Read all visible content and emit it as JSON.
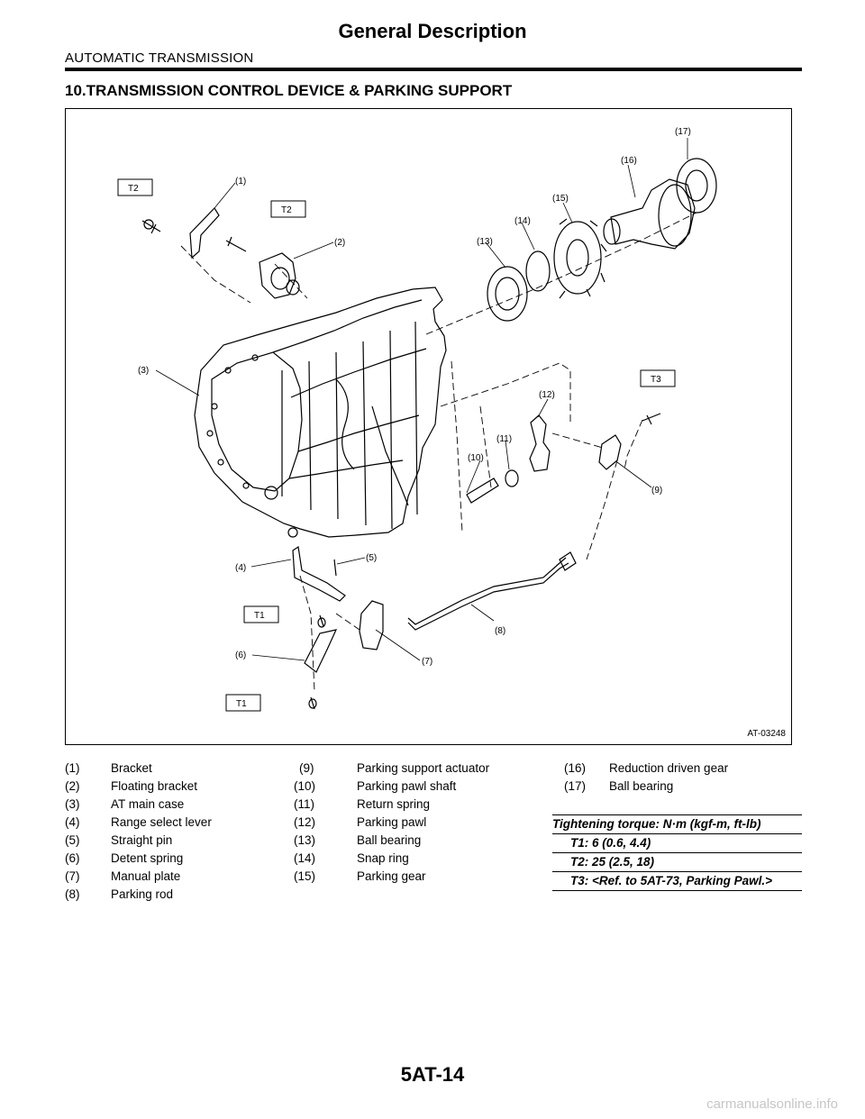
{
  "header": {
    "title": "General Description",
    "section": "AUTOMATIC TRANSMISSION"
  },
  "heading": "10.TRANSMISSION CONTROL DEVICE & PARKING SUPPORT",
  "figure": {
    "id": "AT-03248",
    "callouts": [
      "(1)",
      "(2)",
      "(3)",
      "(4)",
      "(5)",
      "(6)",
      "(7)",
      "(8)",
      "(9)",
      "(10)",
      "(11)",
      "(12)",
      "(13)",
      "(14)",
      "(15)",
      "(16)",
      "(17)"
    ],
    "torque_tags": [
      "T1",
      "T1",
      "T2",
      "T2",
      "T3"
    ]
  },
  "legend": {
    "col1": [
      {
        "num": "(1)",
        "label": "Bracket"
      },
      {
        "num": "(2)",
        "label": "Floating bracket"
      },
      {
        "num": "(3)",
        "label": "AT main case"
      },
      {
        "num": "(4)",
        "label": "Range select lever"
      },
      {
        "num": "(5)",
        "label": "Straight pin"
      },
      {
        "num": "(6)",
        "label": "Detent spring"
      },
      {
        "num": "(7)",
        "label": "Manual plate"
      },
      {
        "num": "(8)",
        "label": "Parking rod"
      }
    ],
    "col2": [
      {
        "num": "(9)",
        "label": "Parking support actuator"
      },
      {
        "num": "(10)",
        "label": "Parking pawl shaft"
      },
      {
        "num": "(11)",
        "label": "Return spring"
      },
      {
        "num": "(12)",
        "label": "Parking pawl"
      },
      {
        "num": "(13)",
        "label": "Ball bearing"
      },
      {
        "num": "(14)",
        "label": "Snap ring"
      },
      {
        "num": "(15)",
        "label": "Parking gear"
      }
    ],
    "col3": [
      {
        "num": "(16)",
        "label": "Reduction driven gear"
      },
      {
        "num": "(17)",
        "label": "Ball bearing"
      }
    ]
  },
  "torque": {
    "heading": "Tightening torque: N·m (kgf-m, ft-lb)",
    "rows": [
      "T1:   6 (0.6, 4.4)",
      "T2:   25 (2.5, 18)",
      "T3:   <Ref. to 5AT-73, Parking Pawl.>"
    ]
  },
  "footer": {
    "page_number": "5AT-14",
    "watermark": "carmanualsonline.info"
  }
}
